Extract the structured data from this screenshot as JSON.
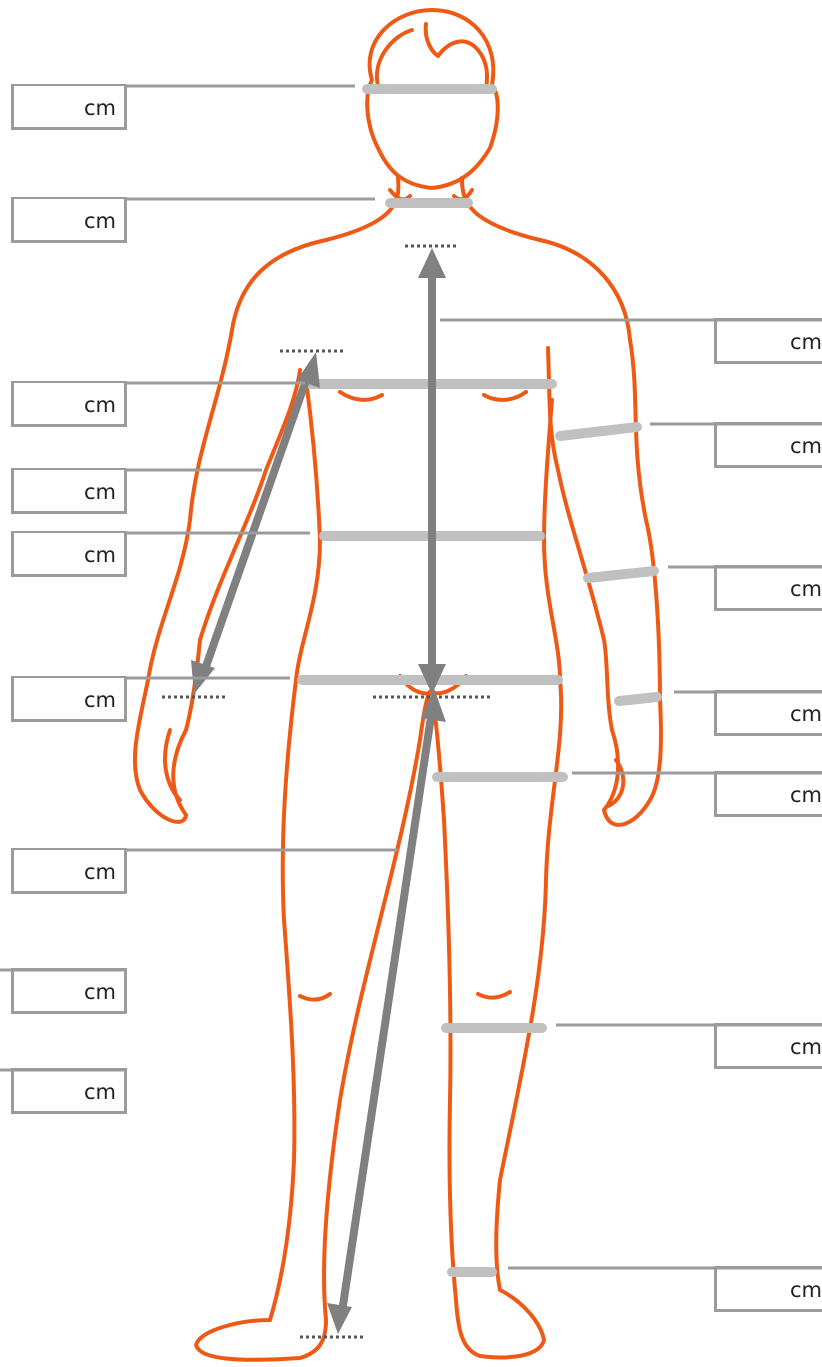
{
  "colors": {
    "outline": "#ee5a16",
    "guide_line": "#9b9b9b",
    "band": "#c0c0c0",
    "arrow": "#808080"
  },
  "unit": "cm",
  "fields": [
    {
      "id": "head",
      "unit": "cm"
    },
    {
      "id": "neck",
      "unit": "cm"
    },
    {
      "id": "torso-length",
      "unit": "cm"
    },
    {
      "id": "chest",
      "unit": "cm"
    },
    {
      "id": "upper-arm",
      "unit": "cm"
    },
    {
      "id": "arm-length",
      "unit": "cm"
    },
    {
      "id": "waist",
      "unit": "cm"
    },
    {
      "id": "forearm",
      "unit": "cm"
    },
    {
      "id": "hip",
      "unit": "cm"
    },
    {
      "id": "wrist",
      "unit": "cm"
    },
    {
      "id": "thigh",
      "unit": "cm"
    },
    {
      "id": "inseam",
      "unit": "cm"
    },
    {
      "id": "knee",
      "unit": "cm"
    },
    {
      "id": "calf-left",
      "unit": "cm"
    },
    {
      "id": "calf",
      "unit": "cm"
    },
    {
      "id": "ankle",
      "unit": "cm"
    }
  ]
}
